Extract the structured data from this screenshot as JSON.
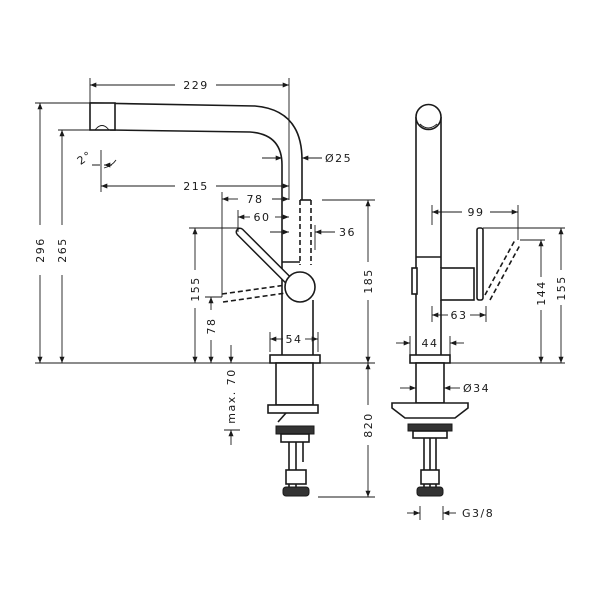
{
  "front_view": {
    "dimensions": {
      "spout_reach": "229",
      "total_height": "296",
      "outlet_height": "265",
      "spout_angle": "2°",
      "spout_diameter": "Ø25",
      "outlet_to_axis": "215",
      "lever_reach_open": "78",
      "lever_reach_closed": "60",
      "body_offset": "36",
      "lever_height": "155",
      "lever_low_height": "78",
      "body_width": "54",
      "max_deck_thickness": "max. 70",
      "axis_height": "185",
      "hose_length": "820"
    }
  },
  "side_view": {
    "dimensions": {
      "lever_depth": "99",
      "lever_height_low": "144",
      "lever_height_high": "155",
      "block_depth": "63",
      "base_width": "44",
      "shank_diameter": "Ø34",
      "connection_thread": "G3/8"
    }
  }
}
